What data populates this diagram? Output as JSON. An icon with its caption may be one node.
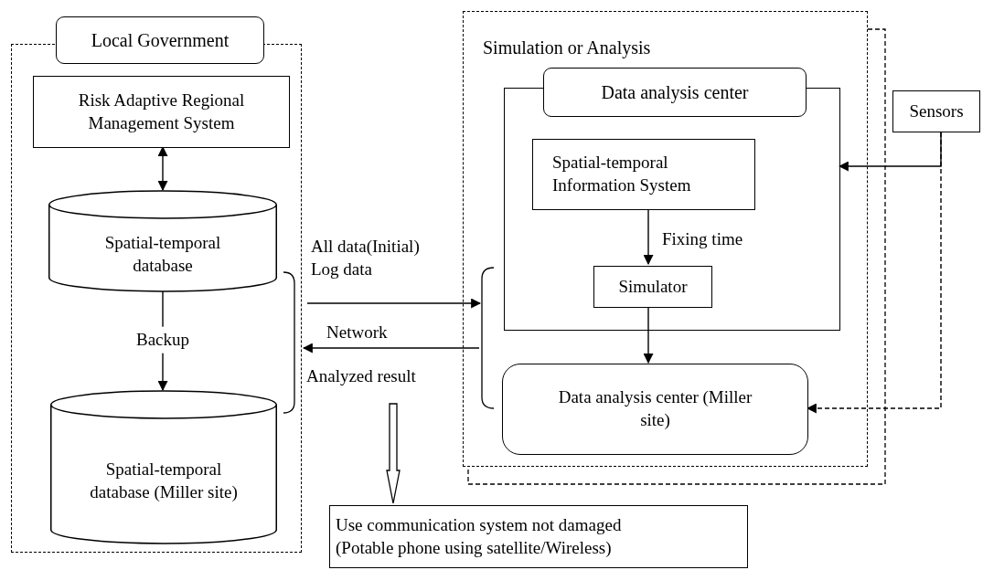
{
  "diagram": {
    "nodes": [
      {
        "text": [
          "Local Government"
        ]
      },
      {
        "text": [
          "Risk Adaptive Regional Management System"
        ],
        "in": 0
      },
      {
        "text": [
          "Spatial-temporal database"
        ],
        "in": 0
      },
      {
        "text": [
          "Spatial-temporal database (Miller site)"
        ],
        "in": 0
      },
      {
        "text": [
          "Simulation or Analysis"
        ]
      },
      {
        "text": [
          "Data analysis center"
        ],
        "in": 4
      },
      {
        "text": [
          "Spatial-temporal Information System"
        ],
        "in": 5
      },
      {
        "text": [
          "Simulator"
        ],
        "in": 5
      },
      {
        "text": [
          "Data analysis center (Miller site)"
        ],
        "in": 4
      },
      {
        "text": [
          "Sensors"
        ]
      },
      {
        "text": [
          "Use communication system not damaged",
          "(Potable phone using satellite/Wireless)"
        ]
      }
    ],
    "edges": [
      {
        "from": 1,
        "to": 2,
        "arrow": "both"
      },
      {
        "from": 2,
        "to": 3,
        "arrow": "to",
        "label": "Backup"
      },
      {
        "from": 0,
        "to": 4,
        "arrow": "to",
        "label": "All data(Initial) Log data"
      },
      {
        "from": 4,
        "to": 0,
        "arrow": "to",
        "label": "Network"
      },
      {
        "from": 6,
        "to": 7,
        "arrow": "to",
        "label": "Fixing time"
      },
      {
        "from": 7,
        "to": 8,
        "arrow": "to"
      },
      {
        "from": 9,
        "to": 5,
        "arrow": "to"
      },
      {
        "from": 9,
        "to": 8,
        "arrow": "to",
        "style": "dashed"
      },
      {
        "from": null,
        "to": 10,
        "arrow": "to",
        "style": "thick"
      }
    ],
    "labels": [
      "Analyzed result"
    ]
  }
}
